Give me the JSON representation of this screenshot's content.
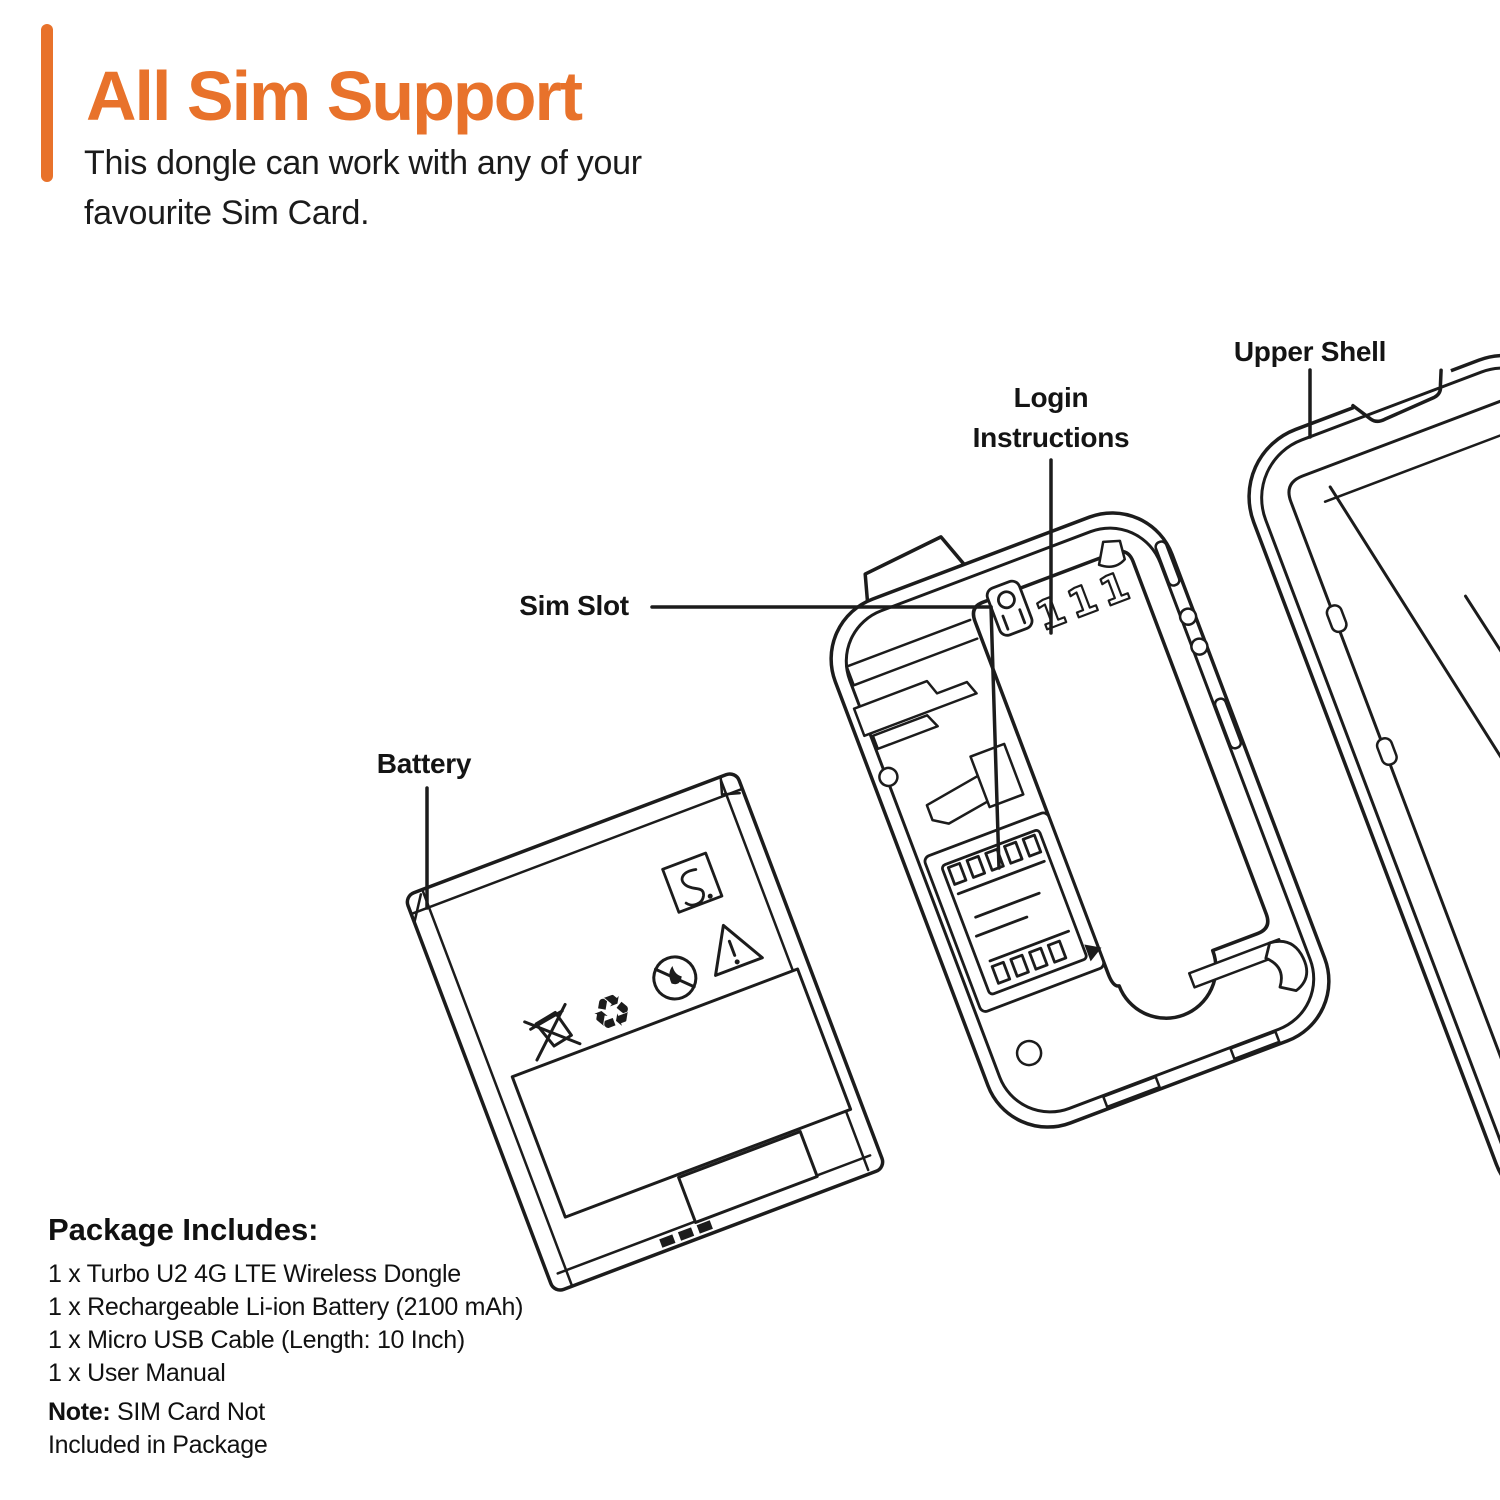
{
  "header": {
    "accent_color": "#E8722B",
    "title": "All Sim Support",
    "subtitle": "This dongle can work with any of your favourite Sim Card."
  },
  "diagram": {
    "line_color": "#1c1c1c",
    "labels": {
      "battery": "Battery",
      "sim_slot": "Sim Slot",
      "login_line1": "Login",
      "login_line2": "Instructions",
      "upper_shell": "Upper Shell"
    },
    "engraving": "111",
    "icons": {
      "recycle": "♻"
    },
    "battery_icon_names": [
      "crossed-out-bin-icon",
      "recycle-icon",
      "no-open-flame-icon",
      "warning-triangle-icon",
      "do-not-short-circuit-icon"
    ]
  },
  "package": {
    "heading": "Package Includes:",
    "items": [
      "1 x Turbo U2 4G LTE Wireless Dongle",
      "1 x Rechargeable Li-ion Battery (2100 mAh)",
      "1 x Micro USB Cable (Length: 10 Inch)",
      "1 x User Manual"
    ],
    "note_label": "Note:",
    "note_text": "SIM Card Not Included in Package"
  }
}
